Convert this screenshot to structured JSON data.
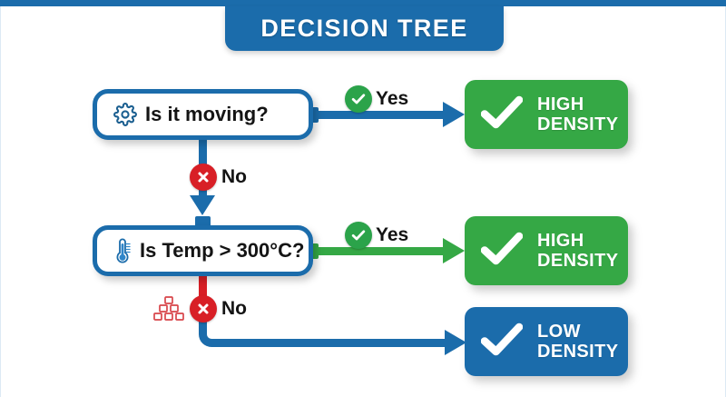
{
  "page": {
    "title": "DECISION TREE",
    "background": "#ffffff",
    "accent_blue": "#1b6cab",
    "accent_green": "#35a845",
    "accent_red": "#d81f26"
  },
  "banner": {
    "label": "DECISION TREE"
  },
  "nodes": [
    {
      "id": "is-it-moving",
      "label": "Is it moving?",
      "icon": "gear-icon"
    },
    {
      "id": "is-temp",
      "label": "Is Temp > 300°C?",
      "icon": "thermometer-icon"
    }
  ],
  "results": [
    {
      "id": "high-density-1",
      "line1": "HIGH",
      "line2": "DENSITY",
      "color": "#35a845",
      "icon": "check-icon"
    },
    {
      "id": "high-density-2",
      "line1": "HIGH",
      "line2": "DENSITY",
      "color": "#35a845",
      "icon": "check-icon"
    },
    {
      "id": "low-density",
      "line1": "LOW",
      "line2": "DENSITY",
      "color": "#1b6cab",
      "icon": "check-icon"
    }
  ],
  "branches": [
    {
      "id": "moving-yes",
      "label": "Yes",
      "badge": "check-circle-icon",
      "badge_color": "#2ba34a",
      "arrow_color": "#1b6cab"
    },
    {
      "id": "moving-no",
      "label": "No",
      "badge": "x-circle-icon",
      "badge_color": "#d81f26",
      "arrow_color": "#1b6cab"
    },
    {
      "id": "temp-yes",
      "label": "Yes",
      "badge": "check-circle-icon",
      "badge_color": "#2ba34a",
      "arrow_color": "#35a845"
    },
    {
      "id": "temp-no",
      "label": "No",
      "badge": "x-circle-icon",
      "badge_color": "#d81f26",
      "arrow_color": "#1b6cab"
    }
  ],
  "decorations": [
    {
      "id": "hierarchy-pyramid",
      "icon": "pyramid-blocks-icon",
      "color": "#d8454a"
    }
  ]
}
